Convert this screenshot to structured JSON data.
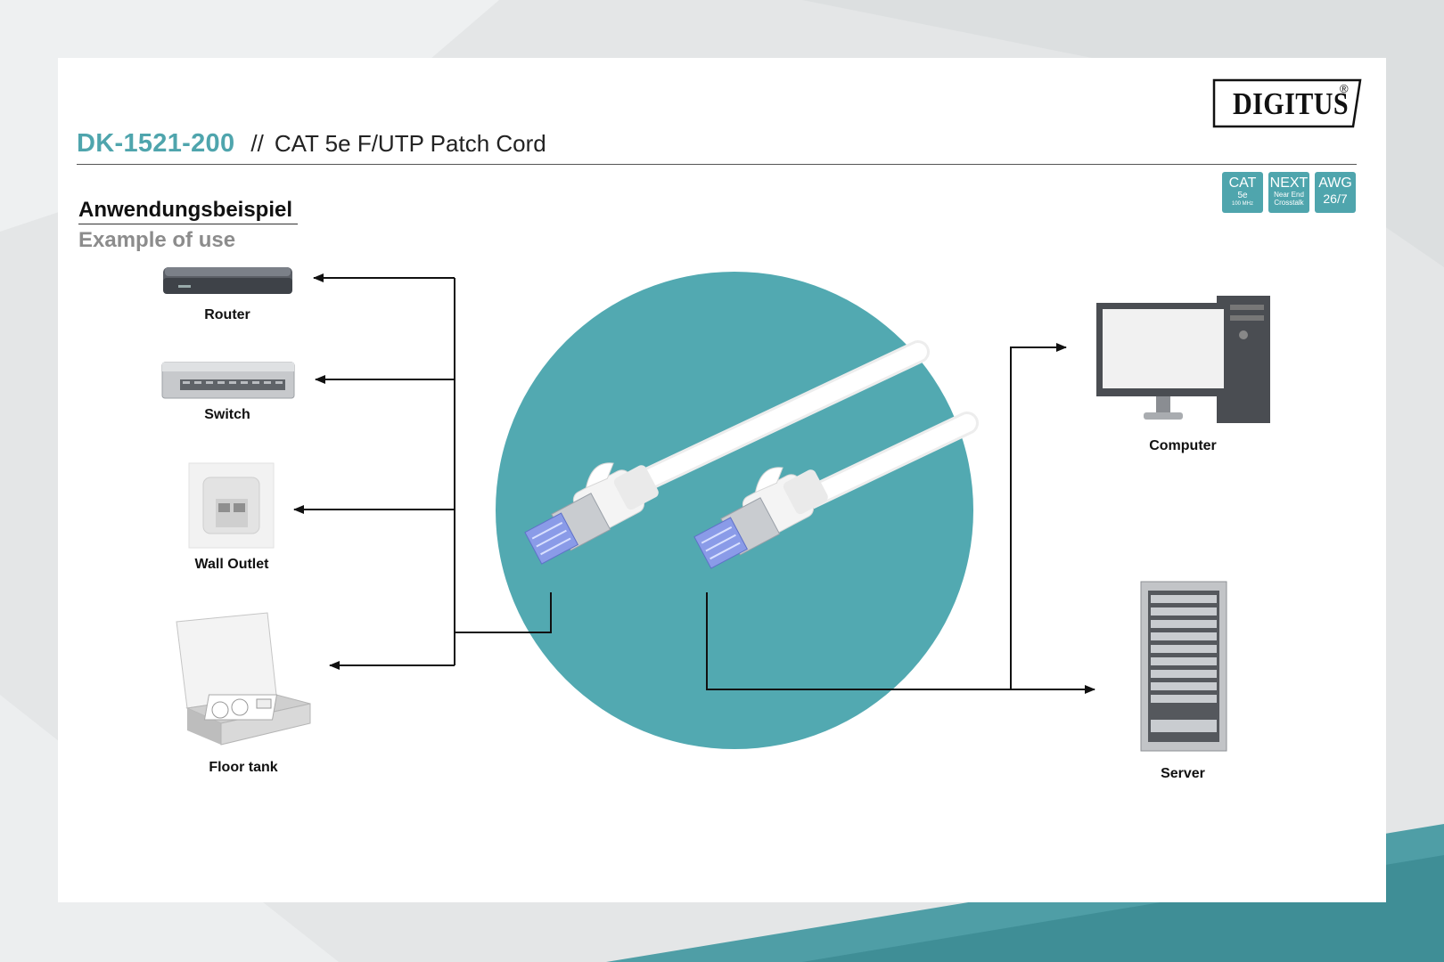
{
  "header": {
    "product_code": "DK-1521-200",
    "separator": "//",
    "product_name": "CAT 5e F/UTP Patch Cord"
  },
  "brand": {
    "logo_text": "DIGITUS",
    "registered_mark": "®"
  },
  "badges": [
    {
      "main": "CAT",
      "sub": "5e",
      "small": "100 MHz"
    },
    {
      "main": "NEXT",
      "sub": "Near End",
      "small": "Crosstalk"
    },
    {
      "main": "AWG",
      "sub": "26/7"
    }
  ],
  "section": {
    "title_de": "Anwendungsbeispiel",
    "title_en": "Example of use"
  },
  "devices_left": [
    {
      "label": "Router",
      "icon": "router-icon"
    },
    {
      "label": "Switch",
      "icon": "switch-icon"
    },
    {
      "label": "Wall Outlet",
      "icon": "wall-outlet-icon"
    },
    {
      "label": "Floor tank",
      "icon": "floor-tank-icon"
    }
  ],
  "devices_right": [
    {
      "label": "Computer",
      "icon": "computer-icon"
    },
    {
      "label": "Server",
      "icon": "server-icon"
    }
  ],
  "center": {
    "icon": "patch-cable-connectors-icon"
  },
  "colors": {
    "accent": "#4fa5ad",
    "background": "#e4e6e7",
    "card": "#ffffff",
    "text": "#111111",
    "subtitle": "#8c8c8c",
    "connector_blue": "#8a9be8"
  }
}
